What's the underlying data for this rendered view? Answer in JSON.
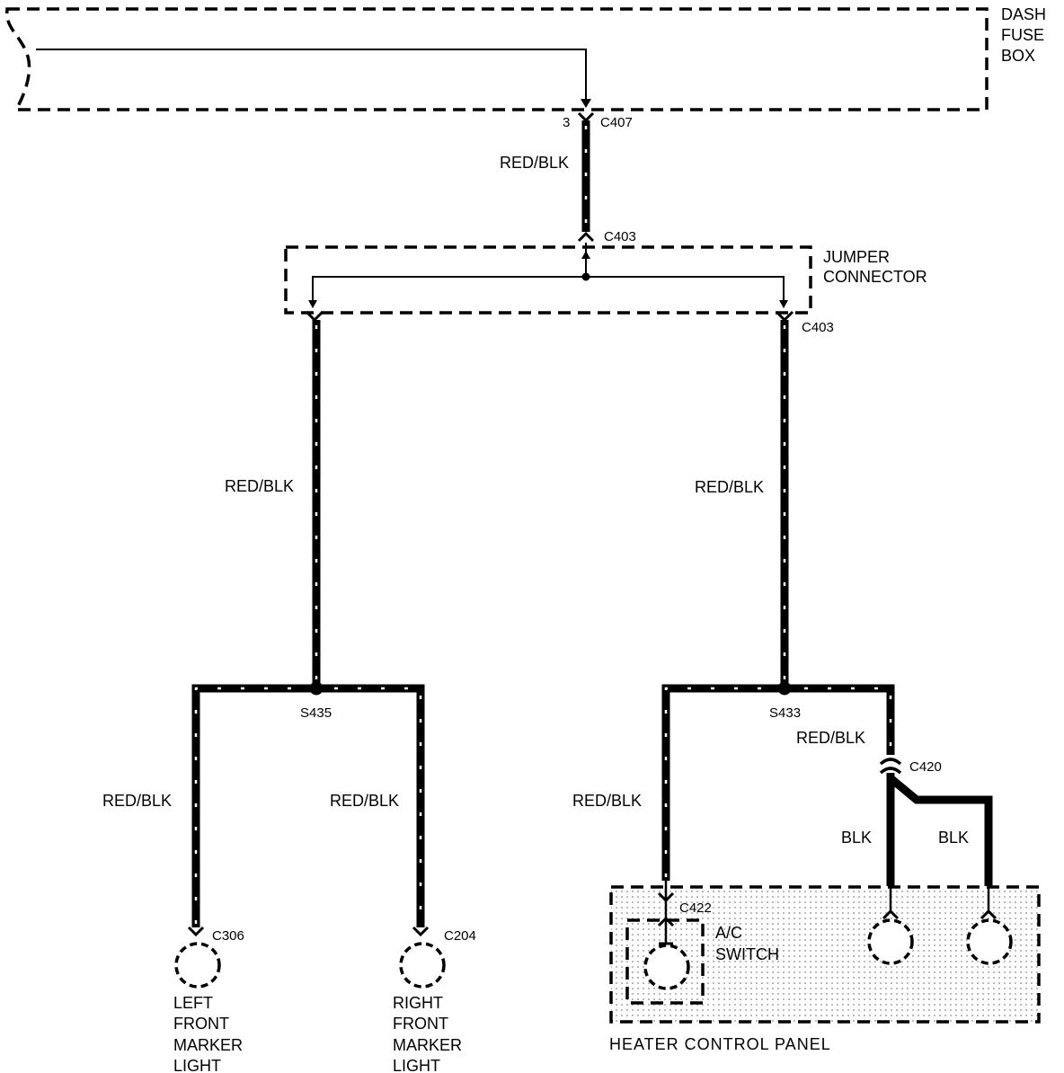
{
  "components": {
    "dash_fuse_box": [
      "DASH",
      "FUSE",
      "BOX"
    ],
    "jumper_connector": [
      "JUMPER",
      "CONNECTOR"
    ],
    "heater_control_panel": "HEATER CONTROL PANEL",
    "ac_switch": [
      "A/C",
      "SWITCH"
    ],
    "left_marker": [
      "LEFT",
      "FRONT",
      "MARKER",
      "LIGHT"
    ],
    "right_marker": [
      "RIGHT",
      "FRONT",
      "MARKER",
      "LIGHT"
    ]
  },
  "connectors": {
    "c407": "C407",
    "c407_pin": "3",
    "c403_top": "C403",
    "c403_bottom": "C403",
    "c306": "C306",
    "c204": "C204",
    "c422": "C422",
    "c420": "C420"
  },
  "splices": {
    "s435": "S435",
    "s433": "S433"
  },
  "wires": {
    "fuse_to_jumper": "RED/BLK",
    "jumper_left": "RED/BLK",
    "jumper_right": "RED/BLK",
    "left_marker": "RED/BLK",
    "right_marker": "RED/BLK",
    "ac_switch": "RED/BLK",
    "to_c420": "RED/BLK",
    "blk_1": "BLK",
    "blk_2": "BLK"
  }
}
